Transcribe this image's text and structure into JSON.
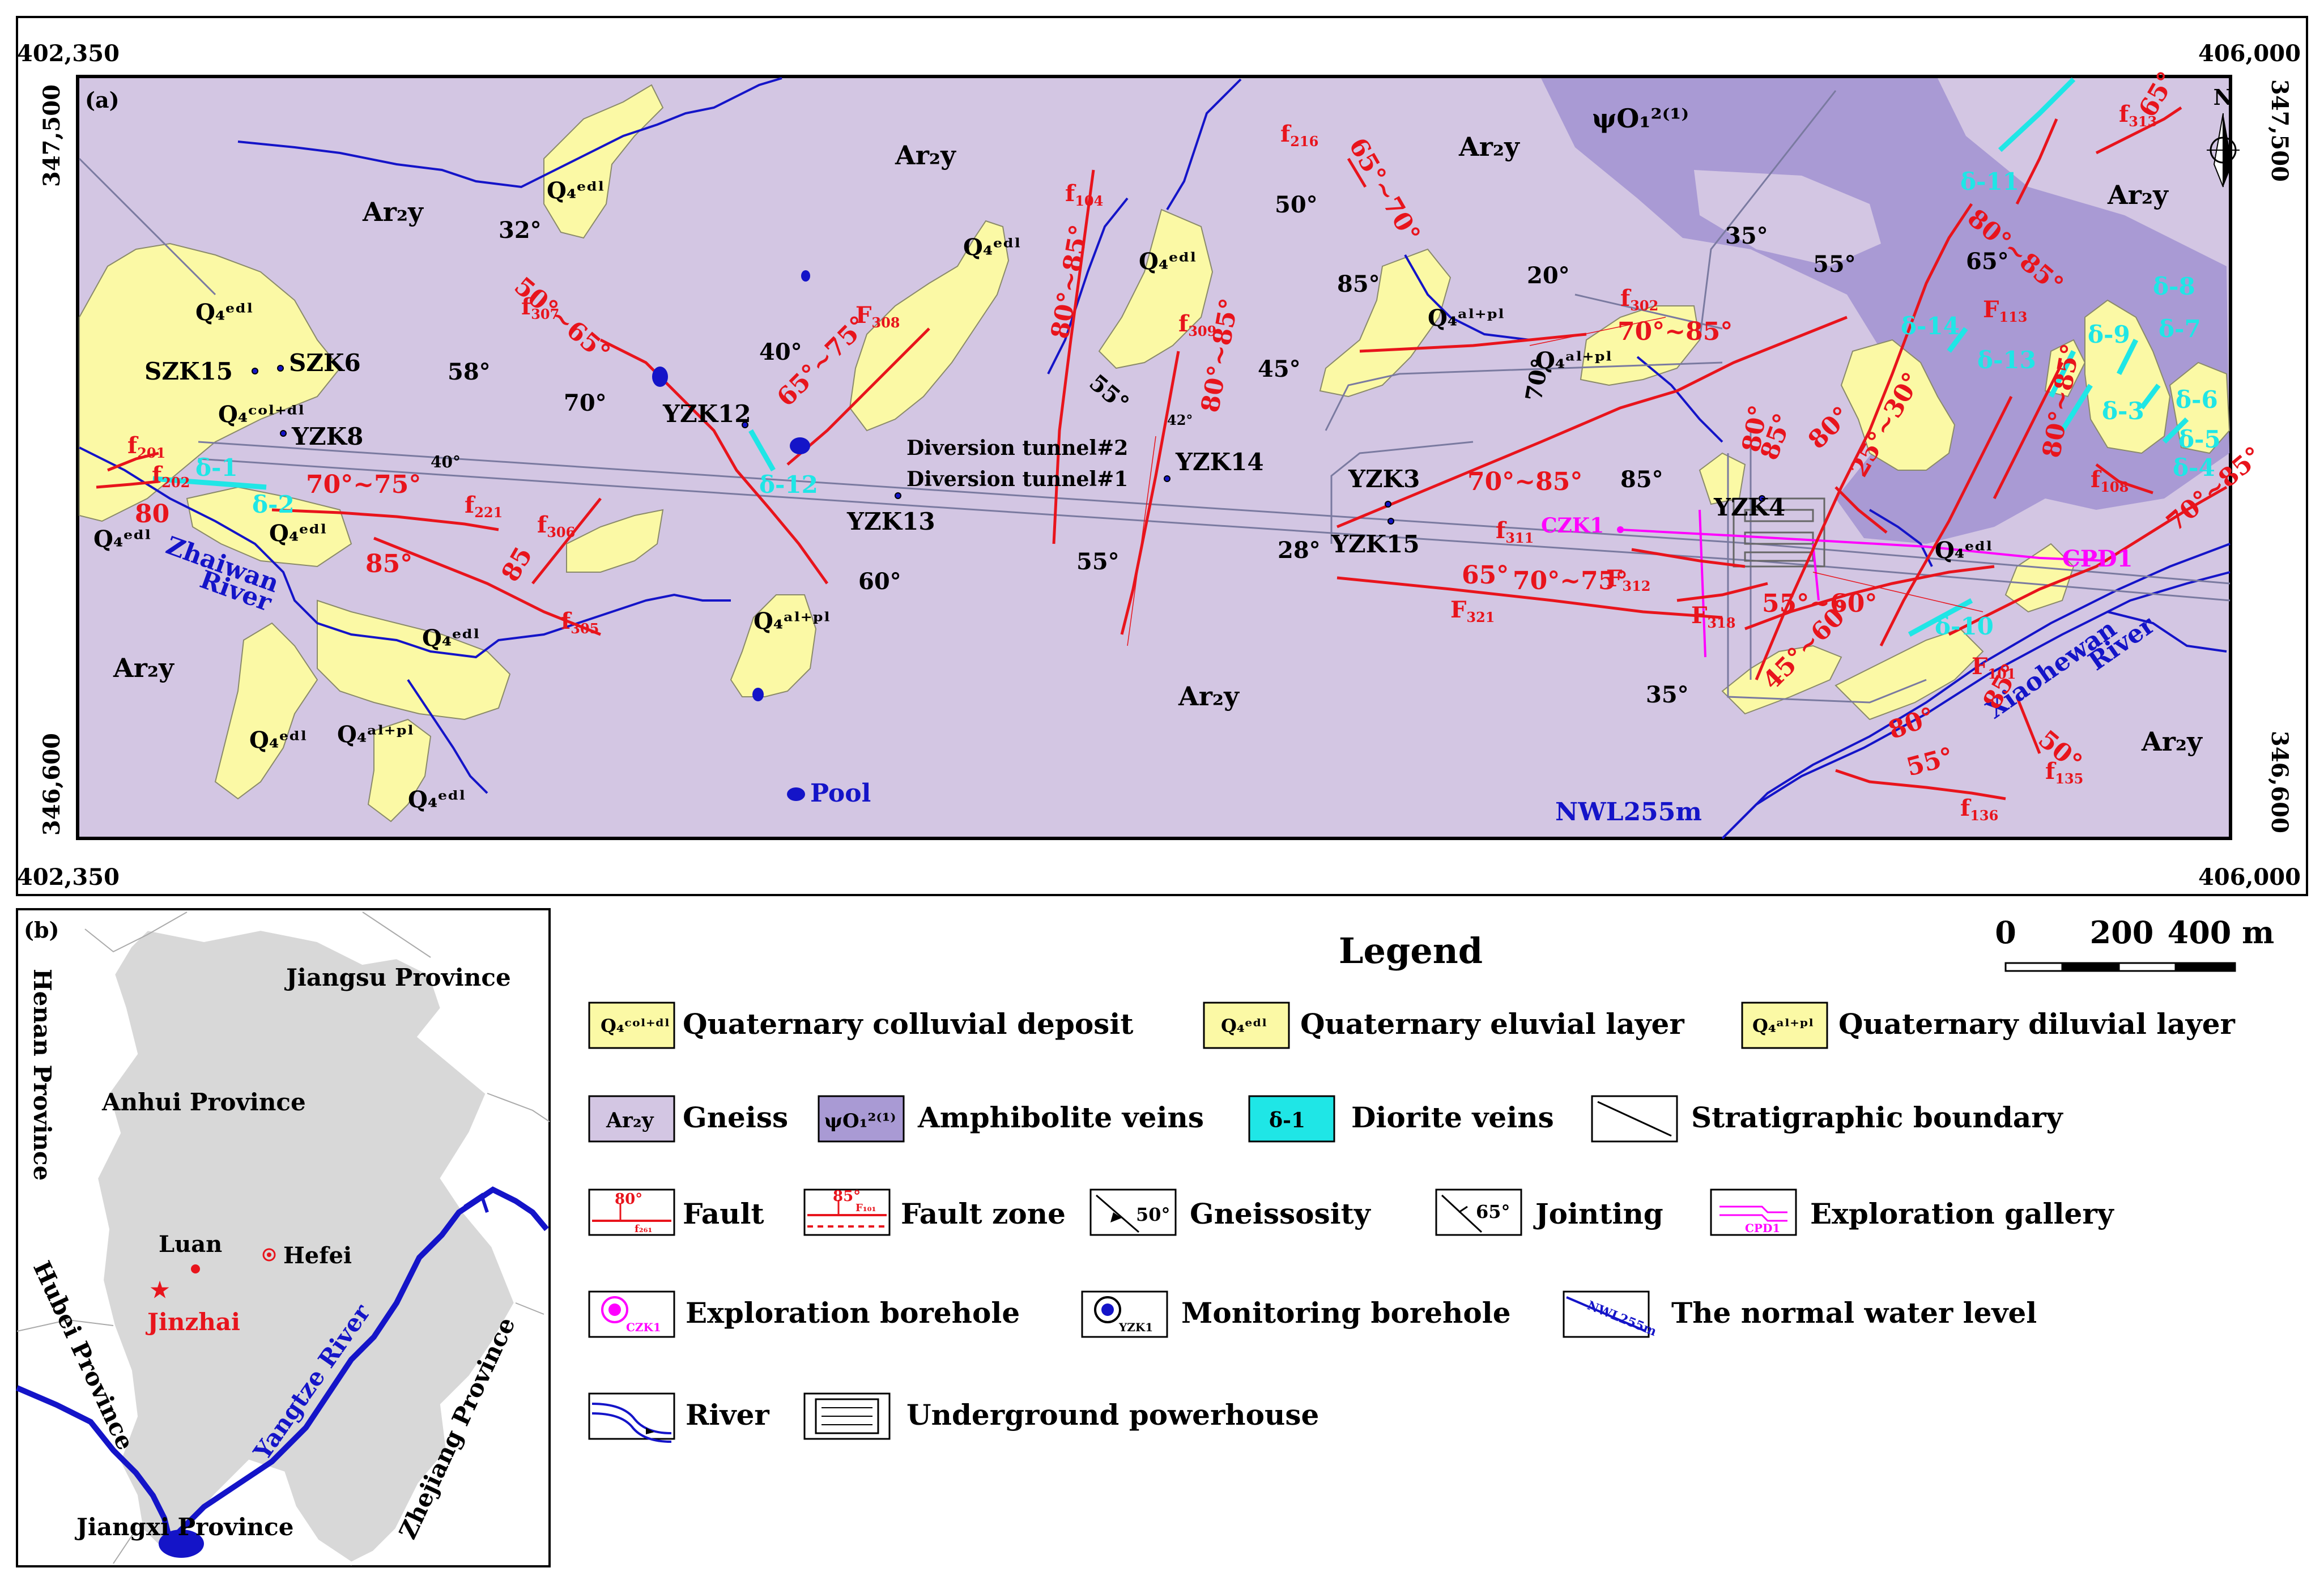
{
  "panel_a": {
    "label": "(a)",
    "coords": {
      "top_left_x": "402,350",
      "top_right_x": "406,000",
      "bottom_left_x": "402,350",
      "bottom_right_x": "406,000",
      "left_top_y": "347,500",
      "left_bottom_y": "346,600",
      "right_top_y": "347,500",
      "right_bottom_y": "346,600"
    },
    "north": "N",
    "rock_labels": [
      "Ar₂y",
      "Ar₂y",
      "Ar₂y",
      "Ar₂y",
      "Ar₂y",
      "Ar₂y",
      "Ar₂y"
    ],
    "amphibolite_label": "ψO₁²⁽¹⁾",
    "quaternary_labels": [
      "Q₄ᵉᵈˡ",
      "Q₄ᵉᵈˡ",
      "Q₄ᵉᵈˡ",
      "Q₄ᵉᵈˡ",
      "Q₄ᵉᵈˡ",
      "Q₄ᵉᵈˡ",
      "Q₄ᵉᵈˡ",
      "Q₄ᵉᵈˡ",
      "Q₄ᵉᵈˡ",
      "Q₄ᵉᵈˡ",
      "Q₄ᶜᵒˡ⁺ᵈˡ",
      "Q₄ᵃˡ⁺ᵖˡ",
      "Q₄ᵃˡ⁺ᵖˡ",
      "Q₄ᵃˡ⁺ᵖˡ",
      "Q₄ᵃˡ⁺ᵖˡ"
    ],
    "boreholes": [
      "SZK15",
      "SZK6",
      "YZK8",
      "YZK12",
      "YZK13",
      "YZK14",
      "YZK3",
      "YZK15",
      "YZK4"
    ],
    "exploration": {
      "borehole": "CZK1",
      "gallery": "CPD1"
    },
    "tunnels": [
      "Diversion tunnel#2",
      "Diversion tunnel#1"
    ],
    "rivers": {
      "zhaiwan": [
        "Zhaiwan",
        "River"
      ],
      "xiaohewan": [
        "Xiaohewan",
        "River"
      ]
    },
    "pool": "Pool",
    "water_level": "NWL255m",
    "faults": {
      "F308": "F",
      "F308s": "308",
      "f307": "f",
      "f307s": "307",
      "f221": "f",
      "f221s": "221",
      "f201": "f",
      "f201s": "201",
      "f202": "f",
      "f202s": "202",
      "f305": "f",
      "f305s": "305",
      "f306": "f",
      "f306s": "306",
      "f216": "f",
      "f216s": "216",
      "f104": "f",
      "f104s": "104",
      "f309": "f",
      "f309s": "309",
      "f302": "f",
      "f302s": "302",
      "f311": "f",
      "f311s": "311",
      "F312": "F",
      "F312s": "312",
      "F318": "F",
      "F318s": "318",
      "F321": "F",
      "F321s": "321",
      "F113": "F",
      "F113s": "113",
      "F101": "F",
      "F101s": "101",
      "f313": "f",
      "f313s": "313",
      "f108": "f",
      "f108s": "108",
      "f135": "f",
      "f135s": "135",
      "f136": "f",
      "f136s": "136"
    },
    "red_angles": [
      "50°~65°",
      "65°~75°",
      "80°~85°",
      "65°~70°",
      "80°~85°",
      "70°~75°",
      "85°",
      "85",
      "80",
      "70°~85°",
      "70°~85°",
      "80°",
      "25°~30°",
      "80°",
      "65°",
      "70°~75°",
      "55°~60°",
      "45°~60°",
      "80°",
      "85°",
      "50°",
      "55°",
      "80°~85°",
      "70°~85°",
      "65°",
      "80°~85°",
      "85°"
    ],
    "black_angles": [
      "32°",
      "58°",
      "70°",
      "40°",
      "40°",
      "55°",
      "50°",
      "45°",
      "85°",
      "20°",
      "70°",
      "35°",
      "55°",
      "65°",
      "85°",
      "60°",
      "55°",
      "28°",
      "35°",
      "42°"
    ],
    "diorite_labels": [
      "δ-1",
      "δ-2",
      "δ-12",
      "δ-11",
      "δ-14",
      "δ-13",
      "δ-9",
      "δ-3",
      "δ-8",
      "δ-7",
      "δ-6",
      "δ-5",
      "δ-4",
      "δ-10"
    ]
  },
  "panel_b": {
    "label": "(b)",
    "provinces": {
      "jiangsu": "Jiangsu Province",
      "henan": "Henan Province",
      "anhui": "Anhui Province",
      "hubei": "Hubei Province",
      "jiangxi": "Jiangxi Province",
      "zhejiang": "Zhejiang Province"
    },
    "cities": {
      "luan": "Luan",
      "hefei": "Hefei",
      "jinzhai": "Jinzhai"
    },
    "river": "Yangtze River"
  },
  "legend": {
    "title": "Legend",
    "scale": {
      "ticks": [
        "0",
        "200",
        "400 m"
      ]
    },
    "items": {
      "colluvial": "Quaternary colluvial deposit",
      "eluvial": "Quaternary eluvial layer",
      "diluvial": "Quaternary diluvial layer",
      "gneiss": "Gneiss",
      "amphibolite": "Amphibolite veins",
      "diorite": "Diorite veins",
      "strat": "Stratigraphic boundary",
      "fault": "Fault",
      "faultzone": "Fault zone",
      "gneissosity": "Gneissosity",
      "jointing": "Jointing",
      "gallery": "Exploration gallery",
      "expborehole": "Exploration borehole",
      "monborehole": "Monitoring borehole",
      "nwl": "The normal water level",
      "river": "River",
      "powerhouse": "Underground powerhouse"
    },
    "swatches": {
      "colluvial": "Q₄ᶜᵒˡ⁺ᵈˡ",
      "eluvial": "Q₄ᵉᵈˡ",
      "diluvial": "Q₄ᵃˡ⁺ᵖˡ",
      "gneiss": "Ar₂y",
      "amphibolite": "ψO₁²⁽¹⁾",
      "diorite": "δ-1",
      "fault_angle": "80°",
      "fault_name": "f₂₆₁",
      "zone_angle": "85°",
      "zone_name": "F₁₀₁",
      "gneiss_angle": "50°",
      "joint_angle": "65°",
      "gallery": "CPD1",
      "borehole": "CZK1",
      "monitor": "YZK1",
      "nwl": "NWL255m"
    }
  },
  "colors": {
    "gneiss": "#d3c6e3",
    "amphibolite": "#a99ad4",
    "quaternary": "#fbf9a5",
    "diorite": "#1fe6e6",
    "fault": "#e8141c",
    "river": "#1414c8",
    "exploration": "#ff00ff",
    "province_fill": "#d8d8d8"
  }
}
